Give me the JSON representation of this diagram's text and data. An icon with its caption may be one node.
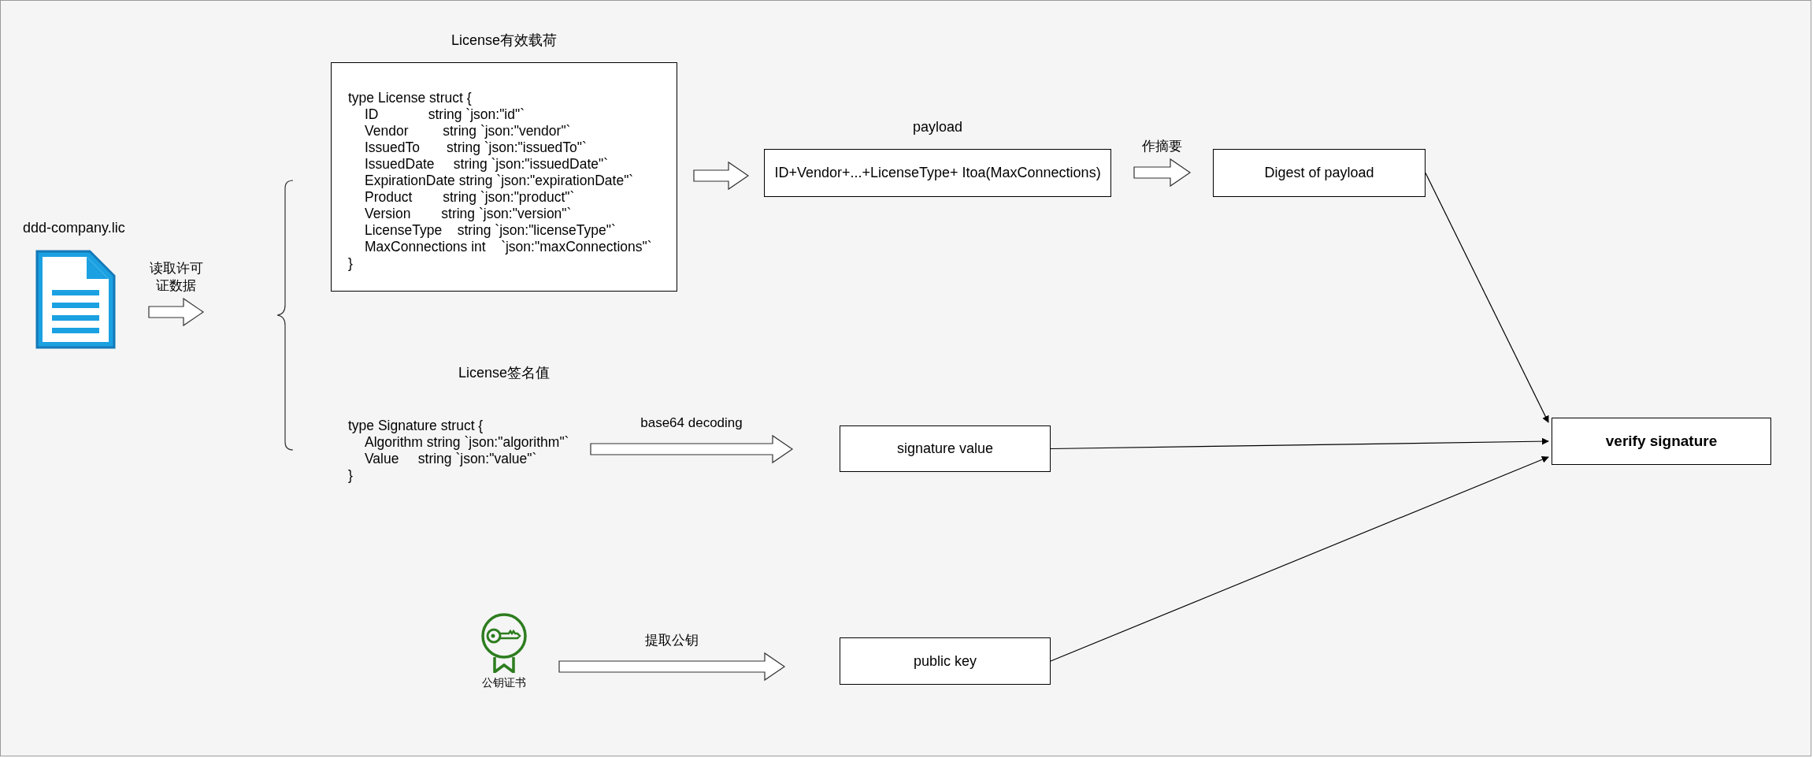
{
  "diagram": {
    "nodes": [
      {
        "text": [
          "ddd-company.lic"
        ]
      },
      {
        "text": [
          "License有效载荷",
          "type License struct {",
          "ID             string `json:\"id\"`",
          "Vendor         string `json:\"vendor\"`",
          "IssuedTo       string `json:\"issuedTo\"`",
          "IssuedDate     string `json:\"issuedDate\"`",
          "ExpirationDate string `json:\"expirationDate\"`",
          "Product        string `json:\"product\"`",
          "Version        string `json:\"version\"`",
          "LicenseType    string `json:\"licenseType\"`",
          "MaxConnections int    `json:\"maxConnections\"`",
          "}"
        ]
      },
      {
        "text": [
          "License签名值",
          "type Signature struct {",
          "Algorithm string `json:\"algorithm\"`",
          "Value     string `json:\"value\"`",
          "}"
        ]
      },
      {
        "text": [
          "payload",
          "ID+Vendor+...+LicenseType+ Itoa(MaxConnections)"
        ]
      },
      {
        "text": [
          "Digest of payload"
        ]
      },
      {
        "text": [
          "signature value"
        ]
      },
      {
        "text": [
          "公钥证书"
        ]
      },
      {
        "text": [
          "public key"
        ]
      },
      {
        "text": [
          "verify signature"
        ]
      }
    ],
    "edges": [
      {
        "from": 0,
        "to": null,
        "arrow": "to",
        "label": "读取许可证数据",
        "style": "thick"
      },
      {
        "from": 1,
        "to": 3,
        "arrow": "to",
        "style": "thick"
      },
      {
        "from": 3,
        "to": 4,
        "arrow": "to",
        "label": "作摘要",
        "style": "thick"
      },
      {
        "from": 2,
        "to": 5,
        "arrow": "to",
        "label": "base64 decoding",
        "style": "thick"
      },
      {
        "from": 6,
        "to": 7,
        "arrow": "to",
        "label": "提取公钥",
        "style": "thick"
      },
      {
        "from": 4,
        "to": 8,
        "arrow": "to"
      },
      {
        "from": 5,
        "to": 8,
        "arrow": "to"
      },
      {
        "from": 7,
        "to": 8,
        "arrow": "to"
      }
    ]
  }
}
